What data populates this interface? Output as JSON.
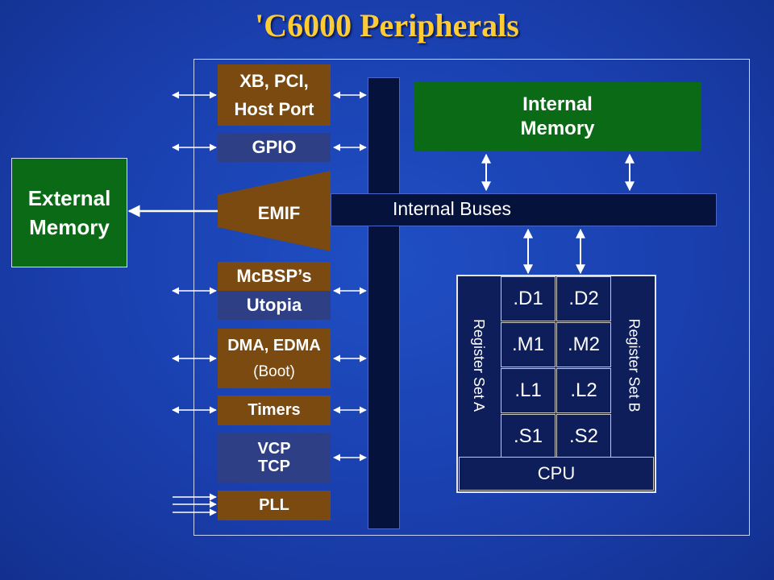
{
  "title": "'C6000 Peripherals",
  "external_memory": {
    "line1": "External",
    "line2": "Memory"
  },
  "peripherals": {
    "xb": {
      "line1": "XB, PCI,",
      "line2": "Host Port"
    },
    "gpio": "GPIO",
    "emif": "EMIF",
    "mcbsp": "McBSP’s",
    "utopia": "Utopia",
    "dma": {
      "line1": "DMA, EDMA",
      "line2": "(Boot)"
    },
    "timers": "Timers",
    "vcp": {
      "line1": "VCP",
      "line2": "TCP"
    },
    "pll": "PLL"
  },
  "internal_memory": {
    "line1": "Internal",
    "line2": "Memory"
  },
  "internal_buses": "Internal Buses",
  "cpu": {
    "label": "CPU",
    "register_set_a": "Register Set A",
    "register_set_b": "Register Set B",
    "units": [
      ".D1",
      ".D2",
      ".M1",
      ".M2",
      ".L1",
      ".L2",
      ".S1",
      ".S2"
    ]
  },
  "colors": {
    "background": "#1a3fae",
    "title": "#ffcc33",
    "peripheral_brown": "#7a4a10",
    "peripheral_slate": "#2e3f86",
    "memory_green": "#0a6a16",
    "bus_navy": "#04123c"
  }
}
